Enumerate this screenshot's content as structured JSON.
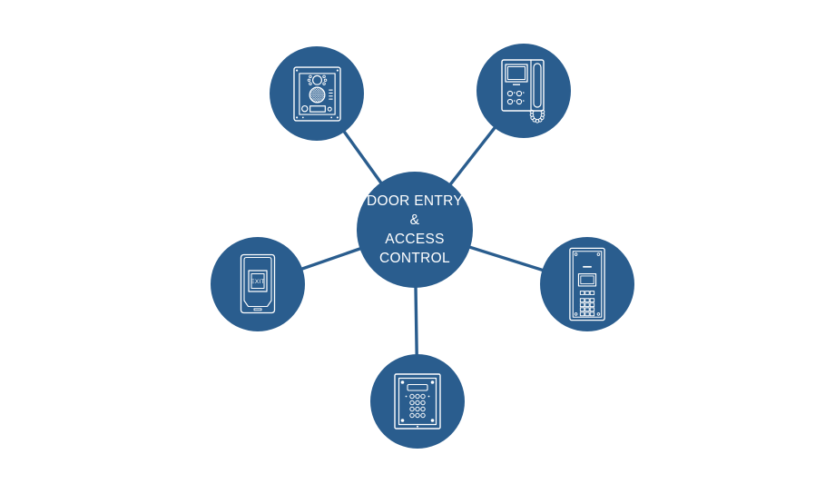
{
  "colors": {
    "node_fill": "#2a5d8e",
    "connector": "#2a5d8e",
    "icon_stroke": "#ffffff",
    "label_text": "#ffffff",
    "background": "#ffffff"
  },
  "diagram": {
    "center_node": {
      "label_lines": [
        "DOOR ENTRY",
        "&",
        "ACCESS",
        "CONTROL"
      ]
    },
    "nodes": [
      {
        "name": "video-door-entry-panel",
        "icon": "video-door-entry-panel-icon"
      },
      {
        "name": "indoor-video-monitor",
        "icon": "video-monitor-handset-icon"
      },
      {
        "name": "audio-entry-keypad-panel",
        "icon": "audio-entry-keypad-panel-icon"
      },
      {
        "name": "access-control-keypad",
        "icon": "access-control-keypad-icon"
      },
      {
        "name": "exit-button",
        "icon": "exit-button-icon",
        "label": "EXIT"
      }
    ]
  }
}
